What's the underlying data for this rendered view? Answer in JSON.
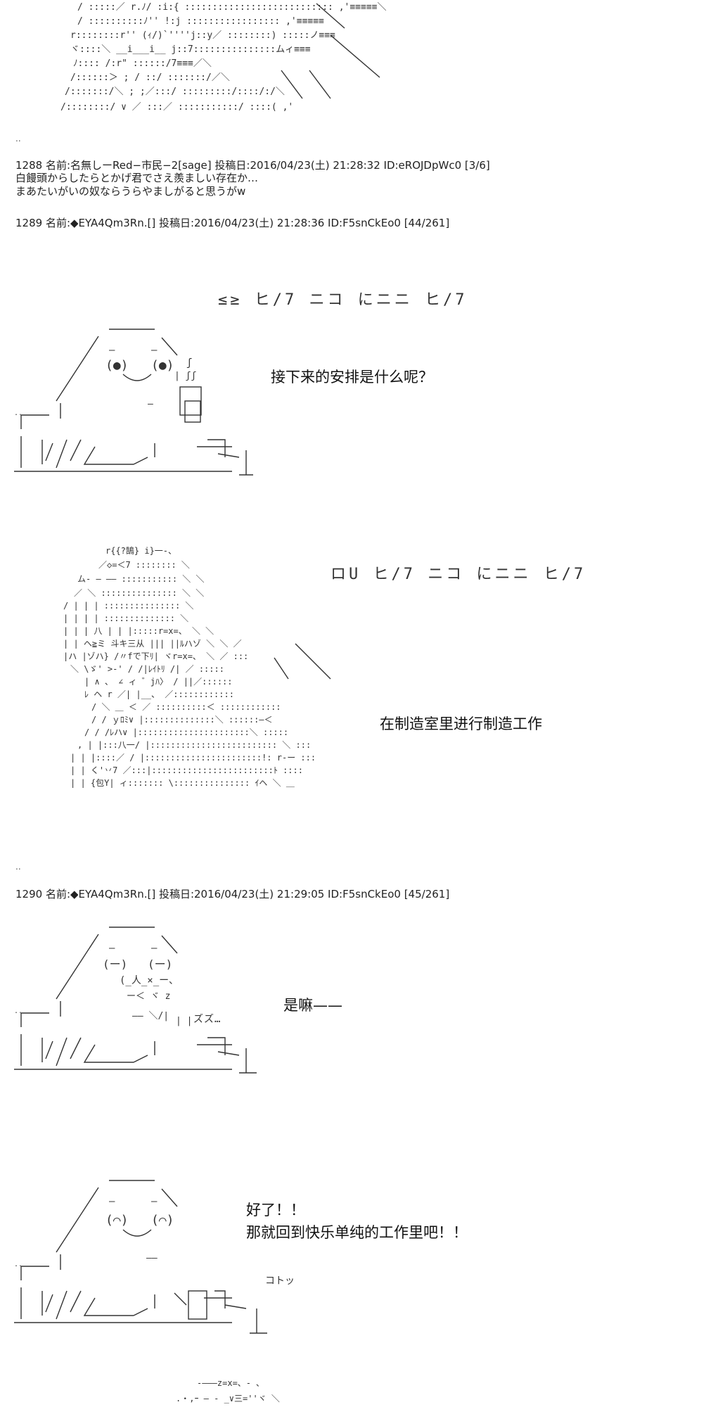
{
  "posts": [
    {
      "header": "1288 名前:名無しーRed−市民−2[sage] 投稿日:2016/04/23(土) 21:28:32 ID:eROJDpWc0 [3/6]",
      "lines": [
        "白饅頭からしたらとかげ君でさえ羨ましい存在か…",
        "まあたいがいの奴ならうらやましがると思うがw"
      ]
    },
    {
      "header": "1289 名前:◆EYA4Qm3Rn.[] 投稿日:2016/04/23(土) 21:28:36 ID:F5snCkEo0 [44/261]"
    },
    {
      "header": "1290 名前:◆EYA4Qm3Rn.[] 投稿日:2016/04/23(土) 21:29:05 ID:F5snCkEo0 [45/261]"
    }
  ],
  "dialogs": {
    "d1": "接下来的安排是什么呢？",
    "d2": "在制造室里进行制造工作",
    "d3": "是嘛——",
    "d4_line1": "好了！！",
    "d4_line2": "那就回到快乐单纯的工作里吧！！"
  },
  "sfx": {
    "s1": "≤≥ ヒ/7 ニコ にニニ ヒ/7",
    "s2": "ロU ヒ/7 ニコ にニニ ヒ/7",
    "s3": "ズズ…",
    "s4": "コトッ"
  },
  "separators": {
    "dot": ".."
  }
}
